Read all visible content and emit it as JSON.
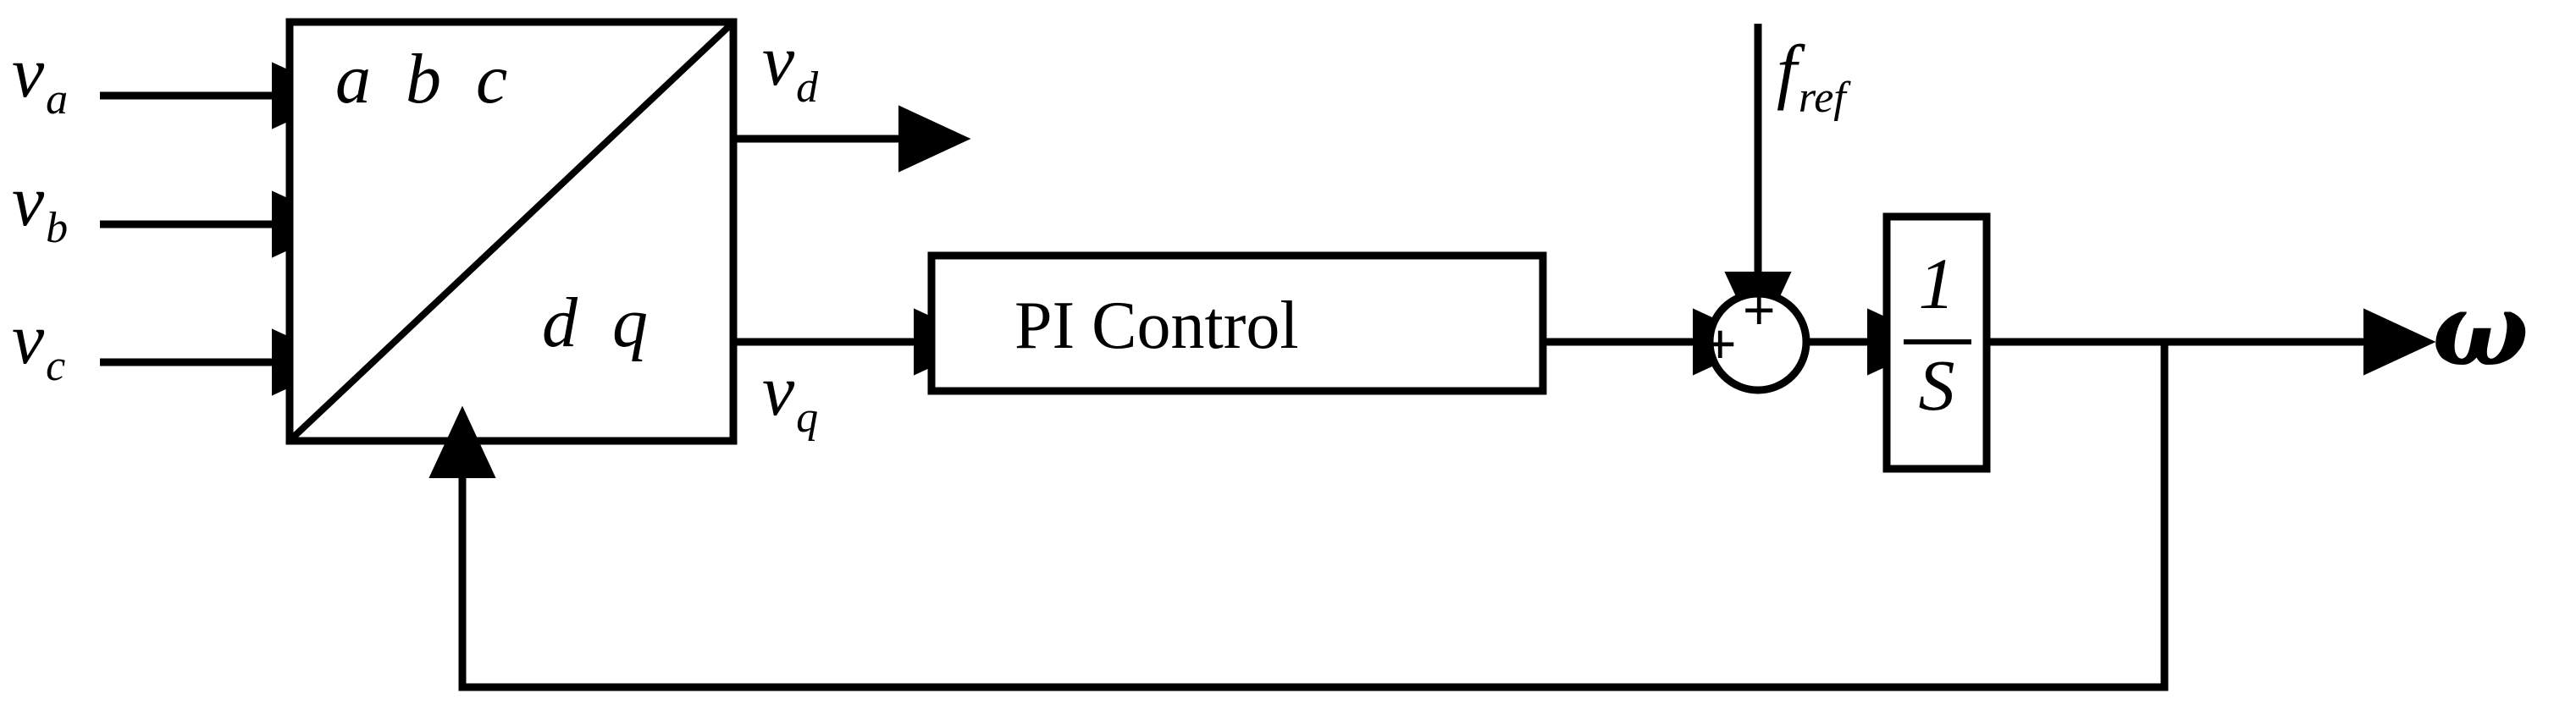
{
  "diagram": {
    "title": "abc-dq PLL block diagram",
    "background": "#ffffff",
    "stroke": "#000000",
    "stroke_width": 8
  },
  "inputs": [
    {
      "name": "v-a",
      "base": "v",
      "sub": "a",
      "label": "va"
    },
    {
      "name": "v-b",
      "base": "v",
      "sub": "b",
      "label": "vb"
    },
    {
      "name": "v-c",
      "base": "v",
      "sub": "c",
      "label": "vc"
    }
  ],
  "transform_block": {
    "name": "abc-dq-transform",
    "top_label": "a b c",
    "bottom_label": "d q",
    "has_diagonal": true
  },
  "outputs": [
    {
      "name": "v-d",
      "base": "v",
      "sub": "d",
      "label": "vd"
    },
    {
      "name": "v-q",
      "base": "v",
      "sub": "q",
      "label": "vq"
    }
  ],
  "pi_block": {
    "name": "pi-control-block",
    "label": "PI Control"
  },
  "summing_junction": {
    "name": "summing-junction",
    "sign_top": "+",
    "sign_left": "+"
  },
  "feedforward": {
    "name": "f-ref",
    "base": "f",
    "sub": "ref",
    "label": "fref"
  },
  "integrator_block": {
    "name": "integrator-block",
    "numerator": "1",
    "denominator": "S",
    "label": "1/S"
  },
  "output_signal": {
    "name": "omega-output",
    "label": "ω"
  }
}
